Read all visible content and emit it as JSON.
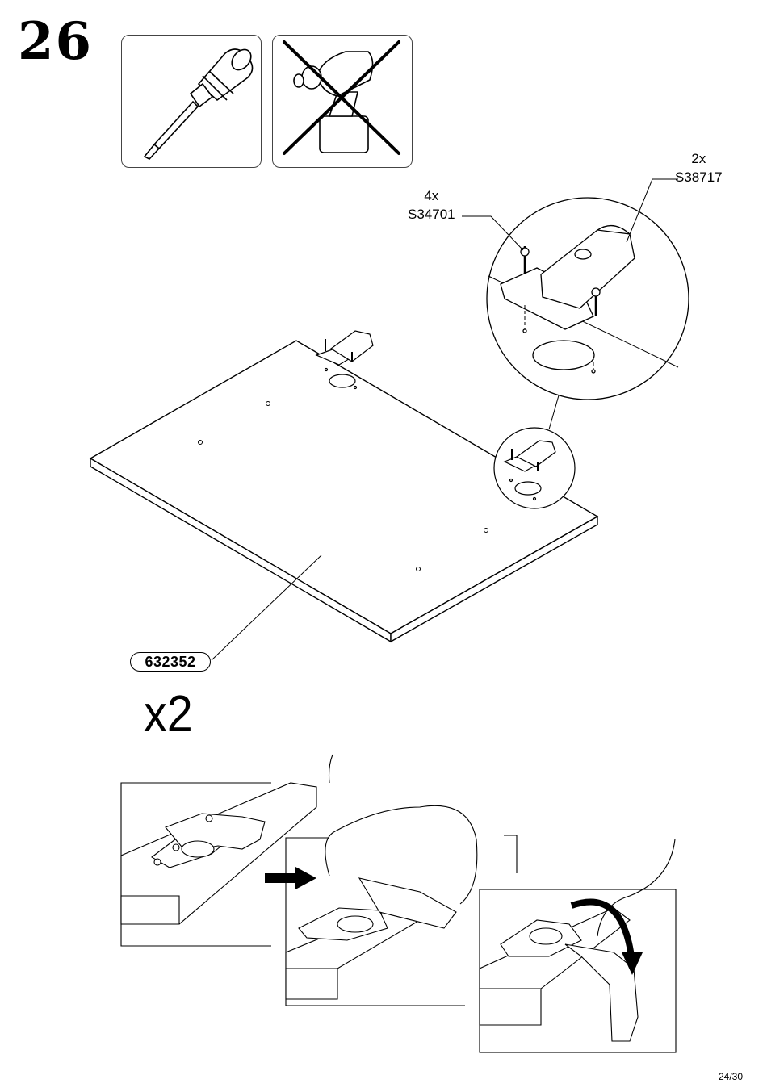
{
  "step": {
    "number": "26"
  },
  "tools": [
    {
      "icon": "screwdriver-icon",
      "allowed": true
    },
    {
      "icon": "power-drill-icon",
      "allowed": false
    }
  ],
  "parts": {
    "screw": {
      "qty": "4x",
      "code": "S34701"
    },
    "hinge": {
      "qty": "2x",
      "code": "S38717"
    },
    "panel": {
      "code": "632352"
    }
  },
  "repeat": "x2",
  "page": "24/30"
}
